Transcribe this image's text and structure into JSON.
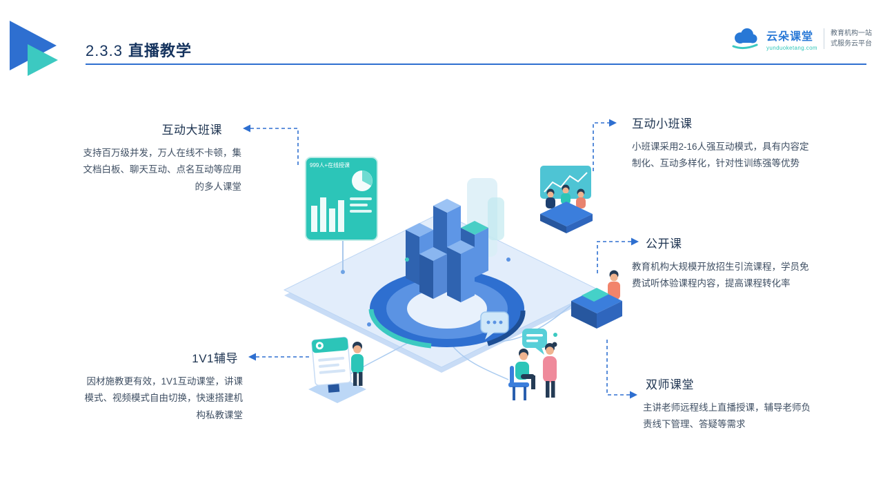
{
  "header": {
    "section_number": "2.3.3",
    "title": "直播教学"
  },
  "brand": {
    "name": "云朵课堂",
    "url": "yunduoketang.com",
    "tagline_line1": "教育机构一站",
    "tagline_line2": "式服务云平台"
  },
  "features": [
    {
      "title": "互动大班课",
      "description": "支持百万级并发，万人在线不卡顿，集文档白板、聊天互动、点名互动等应用的多人课堂"
    },
    {
      "title": "互动小班课",
      "description": "小班课采用2-16人强互动模式，具有内容定制化、互动多样化，针对性训练强等优势"
    },
    {
      "title": "公开课",
      "description": "教育机构大规模开放招生引流课程，学员免费试听体验课程内容，提高课程转化率"
    },
    {
      "title": "1V1辅导",
      "description": "因材施教更有效，1V1互动课堂，讲课模式、视频模式自由切换，快速搭建机构私教课堂"
    },
    {
      "title": "双师课堂",
      "description": "主讲老师远程线上直播授课，辅导老师负责线下管理、答疑等需求"
    }
  ],
  "illustration": {
    "dashboard_label": "999人+在线授课"
  },
  "colors": {
    "accent_blue": "#2E6FD0",
    "teal": "#2CC5B8",
    "navy": "#16324F"
  }
}
